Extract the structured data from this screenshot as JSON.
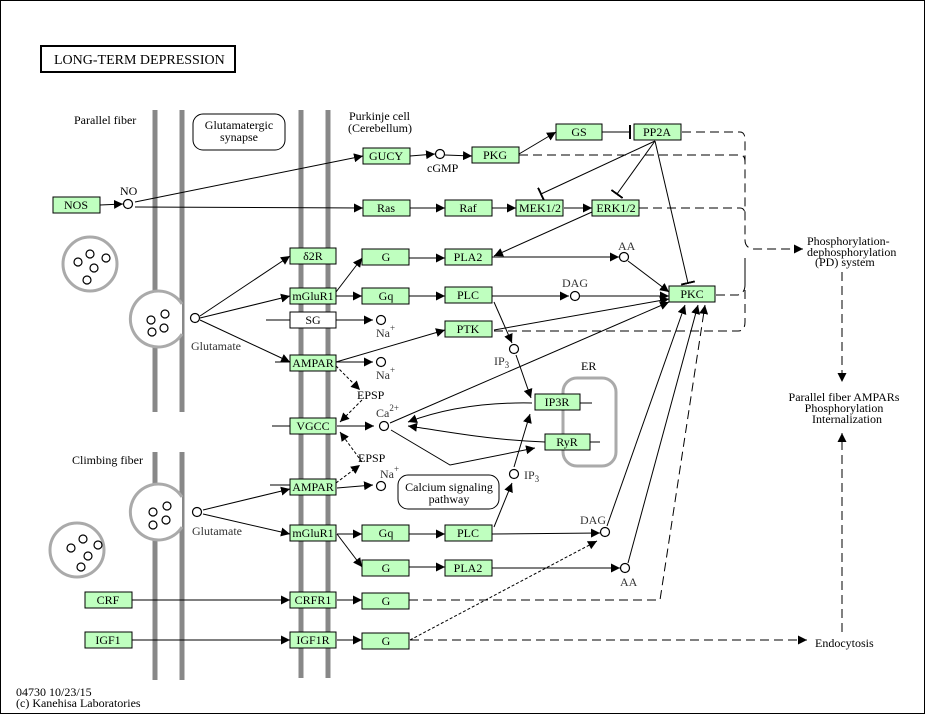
{
  "title": "LONG-TERM  DEPRESSION",
  "footer": {
    "map_id_date": "04730 10/23/15",
    "copyright": "(c) Kanehisa Laboratories"
  },
  "regions": {
    "parallel_fiber": "Parallel fiber",
    "climbing_fiber": "Climbing fiber",
    "purkinje_line1": "Purkinje cell",
    "purkinje_line2": "(Cerebellum)"
  },
  "pathway_links": {
    "glutamatergic_line1": "Glutamatergic",
    "glutamatergic_line2": "synapse",
    "calcium_line1": "Calcium signaling",
    "calcium_line2": "pathway"
  },
  "genes": {
    "nos": "NOS",
    "gucy": "GUCY",
    "pkg": "PKG",
    "gs": "GS",
    "pp2a": "PP2A",
    "ras": "Ras",
    "raf": "Raf",
    "mek": "MEK1/2",
    "erk": "ERK1/2",
    "d2r": "δ2R",
    "g1": "G",
    "pla2_1": "PLA2",
    "mglur1_1": "mGluR1",
    "gq1": "Gq",
    "plc1": "PLC",
    "pkc": "PKC",
    "sg": "SG",
    "ptk": "PTK",
    "ampar1": "AMPAR",
    "vgcc": "VGCC",
    "ip3r": "IP3R",
    "ryr": "RyR",
    "ampar2": "AMPAR",
    "mglur1_2": "mGluR1",
    "gq2": "Gq",
    "plc2": "PLC",
    "g2": "G",
    "pla2_2": "PLA2",
    "crf": "CRF",
    "crfr1": "CRFR1",
    "g3": "G",
    "igf1": "IGF1",
    "igf1r": "IGF1R",
    "g4": "G"
  },
  "compounds": {
    "no": "NO",
    "cgmp": "cGMP",
    "glutamate1": "Glutamate",
    "glutamate2": "Glutamate",
    "na1": "Na",
    "na2": "Na",
    "na3": "Na",
    "na_sup": "+",
    "aa1": "AA",
    "dag1": "DAG",
    "ip3_1": "IP",
    "ip3_2": "IP",
    "ip3_sub": "3",
    "ca": "Ca",
    "ca_sup": "2+",
    "dag2": "DAG",
    "aa2": "AA",
    "epsp1": "EPSP",
    "epsp2": "EPSP",
    "er": "ER"
  },
  "outcomes": {
    "pd_line1": "Phosphorylation-",
    "pd_line2": "dephosphorylation",
    "pd_line3": "(PD) system",
    "ampa_line1": "Parallel fiber AMPARs",
    "ampa_line2": "Phosphorylation",
    "ampa_line3": "Internalization",
    "endocytosis": "Endocytosis"
  },
  "colors": {
    "gene_fill": "#bfffbf",
    "membrane": "#888888",
    "vesicle": "#aaaaaa"
  }
}
